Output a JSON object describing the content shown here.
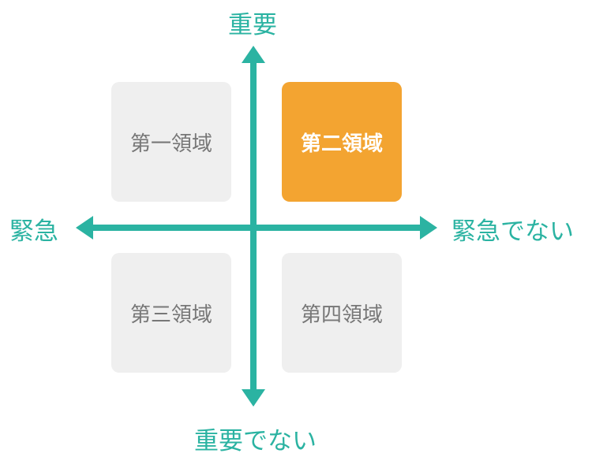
{
  "axes": {
    "top": "重要",
    "bottom": "重要でない",
    "left": "緊急",
    "right": "緊急でない"
  },
  "quadrants": [
    {
      "label": "第一領域",
      "highlighted": false
    },
    {
      "label": "第二領域",
      "highlighted": true
    },
    {
      "label": "第三領域",
      "highlighted": false
    },
    {
      "label": "第四領域",
      "highlighted": false
    }
  ],
  "colors": {
    "axis": "#2bb3a2",
    "highlight": "#f3a431",
    "quadrant_bg": "#efefef",
    "quadrant_text": "#777777"
  }
}
